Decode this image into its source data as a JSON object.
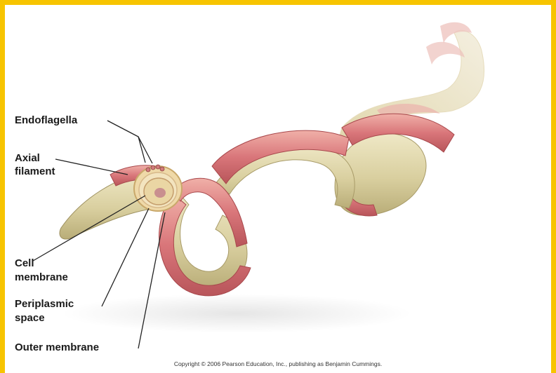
{
  "labels": {
    "endoflagella": "Endoflagella",
    "axial_filament_line1": "Axial",
    "axial_filament_line2": "filament",
    "cell_membrane_line1": "Cell",
    "cell_membrane_line2": "membrane",
    "periplasmic_space_line1": "Periplasmic",
    "periplasmic_space_line2": "space",
    "outer_membrane": "Outer membrane"
  },
  "copyright": "Copyright © 2006 Pearson Education, Inc., publishing as Benjamin Cummings.",
  "colors": {
    "frame": "#f7c400",
    "cell_body": "#d8cfa0",
    "outer_sheath": "#d97b7b",
    "leader_line": "#222222"
  }
}
